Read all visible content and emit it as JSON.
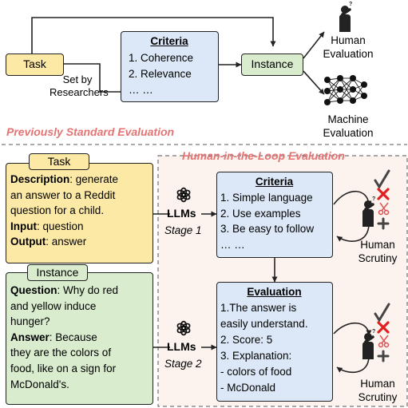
{
  "top": {
    "task_label": "Task",
    "criteria": {
      "title": "Criteria",
      "items": [
        "1. Coherence",
        "2. Relevance",
        "… …"
      ]
    },
    "instance_label": "Instance",
    "set_by": [
      "Set by",
      "Researchers"
    ],
    "human_eval": [
      "Human",
      "Evaluation"
    ],
    "machine_eval": [
      "Machine",
      "Evaluation"
    ],
    "section_title": "Previously Standard Evaluation"
  },
  "bottom": {
    "section_title": "Human-in-the-Loop Evaluation",
    "task": {
      "tag": "Task",
      "lines": [
        {
          "bold": "Description",
          "rest": ": generate"
        },
        {
          "bold": "",
          "rest": "an answer to a Reddit"
        },
        {
          "bold": "",
          "rest": "question for a child."
        },
        {
          "bold": "Input",
          "rest": ": question"
        },
        {
          "bold": "Output",
          "rest": ": answer"
        }
      ]
    },
    "instance": {
      "tag": "Instance",
      "lines": [
        {
          "bold": "Question",
          "rest": ": Why do red"
        },
        {
          "bold": "",
          "rest": "and yellow induce"
        },
        {
          "bold": "",
          "rest": "hunger?"
        },
        {
          "bold": "Answer",
          "rest": ": Because"
        },
        {
          "bold": "",
          "rest": "they are the colors of"
        },
        {
          "bold": "",
          "rest": "food, like on a sign for"
        },
        {
          "bold": "",
          "rest": "McDonald's."
        }
      ]
    },
    "llm_label": "LLMs",
    "stage1": "Stage 1",
    "stage2": "Stage 2",
    "criteria": {
      "title": "Criteria",
      "items": [
        "1. Simple language",
        "2. Use examples",
        "3. Be easy to follow",
        "… …"
      ]
    },
    "evaluation": {
      "title": "Evaluation",
      "items": [
        "1.The answer is",
        "easily understand.",
        "2. Score: 5",
        "3. Explanation:",
        "- colors of food",
        "- McDonald"
      ]
    },
    "human_scrutiny": [
      "Human",
      "Scrutiny"
    ]
  },
  "colors": {
    "task_fill": "#fde9a6",
    "criteria_fill": "#dce8f7",
    "instance_fill": "#d9ecce",
    "section_title": "#e57373",
    "hitl_background": "#fcf3ef",
    "check": "#444444",
    "cross": "#e02020",
    "scissors": "#e05050"
  },
  "icons": [
    "chatgpt-logo-icon",
    "person-thinking-icon",
    "neural-network-icon",
    "check-icon",
    "cross-icon",
    "scissors-icon",
    "plus-icon"
  ]
}
